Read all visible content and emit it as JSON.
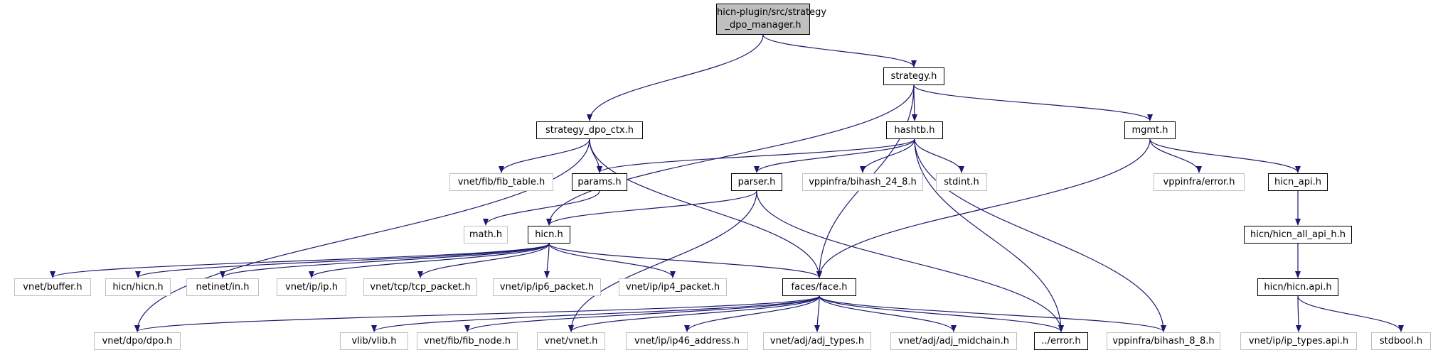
{
  "diagram": {
    "colors": {
      "edge": "#191970",
      "root_fill": "#bfbfbf",
      "solid_border": "#000000",
      "ext_border": "#bfbfbf"
    },
    "nodes": {
      "root": {
        "label_line1": "hicn-plugin/src/strategy",
        "label_line2": "_dpo_manager.h"
      },
      "strategy_h": "strategy.h",
      "strategy_dpo_ctx_h": "strategy_dpo_ctx.h",
      "hashtb_h": "hashtb.h",
      "mgmt_h": "mgmt.h",
      "fib_table_h": "vnet/fib/fib_table.h",
      "params_h": "params.h",
      "parser_h": "parser.h",
      "bihash_24_8_h": "vppinfra/bihash_24_8.h",
      "stdint_h": "stdint.h",
      "vppinfra_error_h": "vppinfra/error.h",
      "hicn_api_h": "hicn_api.h",
      "math_h": "math.h",
      "hicn_h": "hicn.h",
      "hicn_all_api_h_h": "hicn/hicn_all_api_h.h",
      "vnet_buffer_h": "vnet/buffer.h",
      "hicn_hicn_h": "hicn/hicn.h",
      "netinet_in_h": "netinet/in.h",
      "vnet_ip_ip_h": "vnet/ip/ip.h",
      "tcp_packet_h": "vnet/tcp/tcp_packet.h",
      "ip6_packet_h": "vnet/ip/ip6_packet.h",
      "ip4_packet_h": "vnet/ip/ip4_packet.h",
      "faces_face_h": "faces/face.h",
      "hicn_api_h_file": "hicn/hicn.api.h",
      "dpo_h": "vnet/dpo/dpo.h",
      "vlib_h": "vlib/vlib.h",
      "fib_node_h": "vnet/fib/fib_node.h",
      "vnet_h": "vnet/vnet.h",
      "ip46_address_h": "vnet/ip/ip46_address.h",
      "adj_types_h": "vnet/adj/adj_types.h",
      "adj_midchain_h": "vnet/adj/adj_midchain.h",
      "error_h": "../error.h",
      "bihash_8_8_h": "vppinfra/bihash_8_8.h",
      "ip_types_api_h": "vnet/ip/ip_types.api.h",
      "stdbool_h": "stdbool.h"
    },
    "edges": [
      [
        "root",
        "strategy_dpo_ctx_h"
      ],
      [
        "root",
        "strategy_h"
      ],
      [
        "strategy_dpo_ctx_h",
        "dpo_h"
      ],
      [
        "strategy_dpo_ctx_h",
        "fib_table_h"
      ],
      [
        "strategy_dpo_ctx_h",
        "params_h"
      ],
      [
        "strategy_dpo_ctx_h",
        "faces_face_h"
      ],
      [
        "strategy_h",
        "hicn_h"
      ],
      [
        "strategy_h",
        "hashtb_h"
      ],
      [
        "strategy_h",
        "faces_face_h"
      ],
      [
        "strategy_h",
        "mgmt_h"
      ],
      [
        "hashtb_h",
        "params_h"
      ],
      [
        "hashtb_h",
        "parser_h"
      ],
      [
        "hashtb_h",
        "bihash_24_8_h"
      ],
      [
        "hashtb_h",
        "stdint_h"
      ],
      [
        "hashtb_h",
        "error_h"
      ],
      [
        "hashtb_h",
        "bihash_8_8_h"
      ],
      [
        "mgmt_h",
        "faces_face_h"
      ],
      [
        "mgmt_h",
        "vppinfra_error_h"
      ],
      [
        "mgmt_h",
        "hicn_api_h"
      ],
      [
        "params_h",
        "math_h"
      ],
      [
        "parser_h",
        "hicn_h"
      ],
      [
        "parser_h",
        "vnet_h"
      ],
      [
        "parser_h",
        "error_h"
      ],
      [
        "hicn_api_h",
        "hicn_all_api_h_h"
      ],
      [
        "hicn_all_api_h_h",
        "hicn_api_h_file"
      ],
      [
        "hicn_api_h_file",
        "ip_types_api_h"
      ],
      [
        "hicn_api_h_file",
        "stdbool_h"
      ],
      [
        "hicn_h",
        "vnet_buffer_h"
      ],
      [
        "hicn_h",
        "hicn_hicn_h"
      ],
      [
        "hicn_h",
        "netinet_in_h"
      ],
      [
        "hicn_h",
        "vnet_ip_ip_h"
      ],
      [
        "hicn_h",
        "tcp_packet_h"
      ],
      [
        "hicn_h",
        "ip6_packet_h"
      ],
      [
        "hicn_h",
        "ip4_packet_h"
      ],
      [
        "hicn_h",
        "faces_face_h"
      ],
      [
        "faces_face_h",
        "dpo_h"
      ],
      [
        "faces_face_h",
        "vlib_h"
      ],
      [
        "faces_face_h",
        "fib_node_h"
      ],
      [
        "faces_face_h",
        "vnet_h"
      ],
      [
        "faces_face_h",
        "ip46_address_h"
      ],
      [
        "faces_face_h",
        "adj_types_h"
      ],
      [
        "faces_face_h",
        "adj_midchain_h"
      ],
      [
        "faces_face_h",
        "error_h"
      ],
      [
        "faces_face_h",
        "bihash_8_8_h"
      ]
    ]
  }
}
